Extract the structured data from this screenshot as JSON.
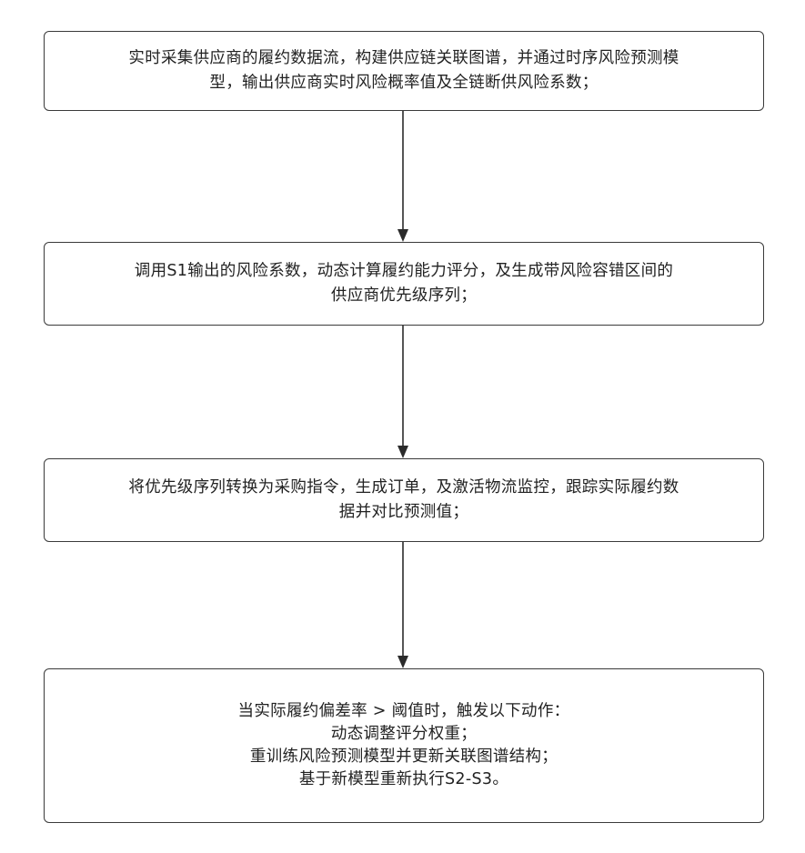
{
  "steps": [
    {
      "lines": [
        "实时采集供应商的履约数据流，构建供应链关联图谱，并通过时序风险预测模",
        "型，输出供应商实时风险概率值及全链断供风险系数；"
      ]
    },
    {
      "lines": [
        "调用S1输出的风险系数，动态计算履约能力评分，及生成带风险容错区间的",
        "供应商优先级序列；"
      ]
    },
    {
      "lines": [
        "将优先级序列转换为采购指令，生成订单，及激活物流监控，跟踪实际履约数",
        "据并对比预测值；"
      ]
    },
    {
      "lines": [
        "当实际履约偏差率 > 阈值时，触发以下动作：",
        "动态调整评分权重；",
        "重训练风险预测模型并更新关联图谱结构；",
        "基于新模型重新执行S2-S3。"
      ]
    }
  ],
  "colors": {
    "border": "#3a3a3a",
    "arrow": "#2b2b2b",
    "text": "#222222"
  }
}
